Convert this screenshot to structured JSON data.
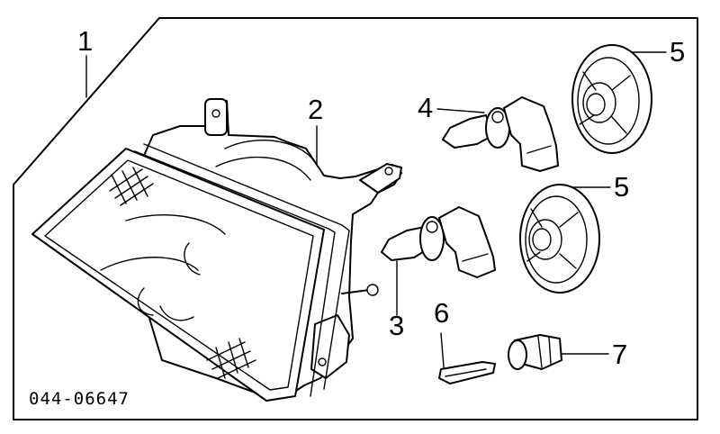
{
  "diagram": {
    "callouts": {
      "c1": "1",
      "c2": "2",
      "c3": "3",
      "c4": "4",
      "c5a": "5",
      "c5b": "5",
      "c6": "6",
      "c7": "7"
    },
    "part_code": "044-06647"
  }
}
